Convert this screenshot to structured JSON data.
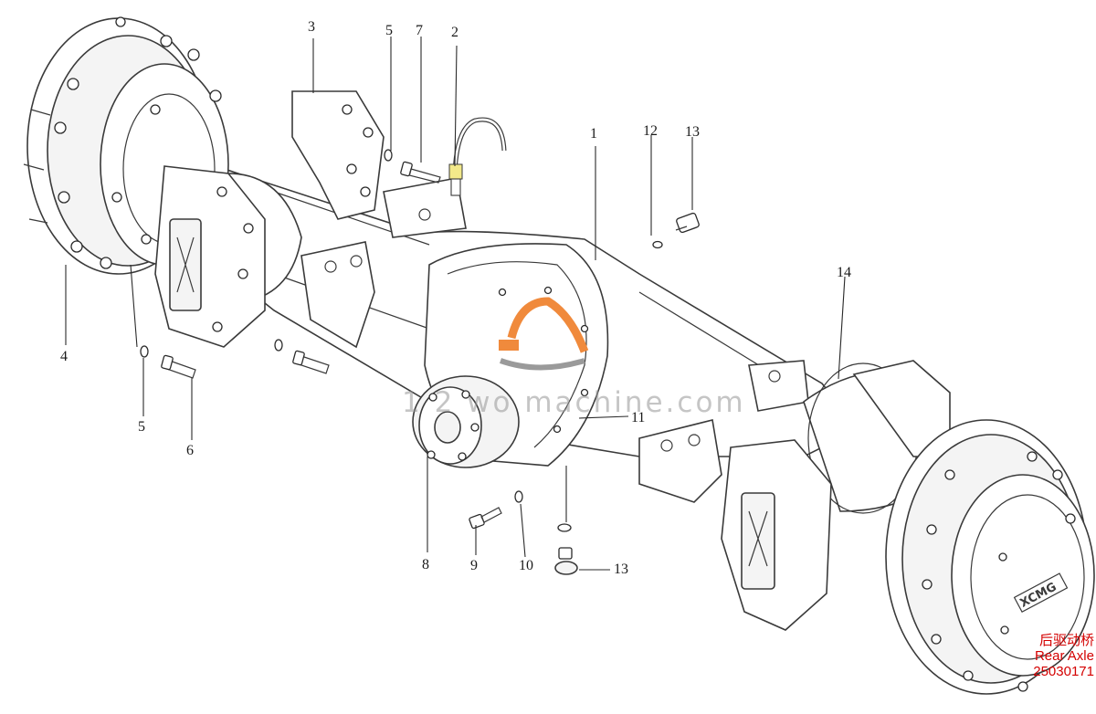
{
  "callouts": [
    {
      "id": "c1",
      "label": "1"
    },
    {
      "id": "c2",
      "label": "2"
    },
    {
      "id": "c3",
      "label": "3"
    },
    {
      "id": "c4",
      "label": "4"
    },
    {
      "id": "c5a",
      "label": "5"
    },
    {
      "id": "c5b",
      "label": "5"
    },
    {
      "id": "c6",
      "label": "6"
    },
    {
      "id": "c7",
      "label": "7"
    },
    {
      "id": "c8",
      "label": "8"
    },
    {
      "id": "c9",
      "label": "9"
    },
    {
      "id": "c10",
      "label": "10"
    },
    {
      "id": "c11",
      "label": "11"
    },
    {
      "id": "c12",
      "label": "12"
    },
    {
      "id": "c13a",
      "label": "13"
    },
    {
      "id": "c13b",
      "label": "13"
    },
    {
      "id": "c14",
      "label": "14"
    }
  ],
  "watermark": "1 2 wo machine.com",
  "caption": {
    "line1": "后驱动桥",
    "line2": "Rear Axle",
    "line3": "25030171"
  },
  "colors": {
    "logo_orange": "#f08a3c",
    "logo_gray": "#9a9a9a",
    "caption_red": "#d40000"
  }
}
